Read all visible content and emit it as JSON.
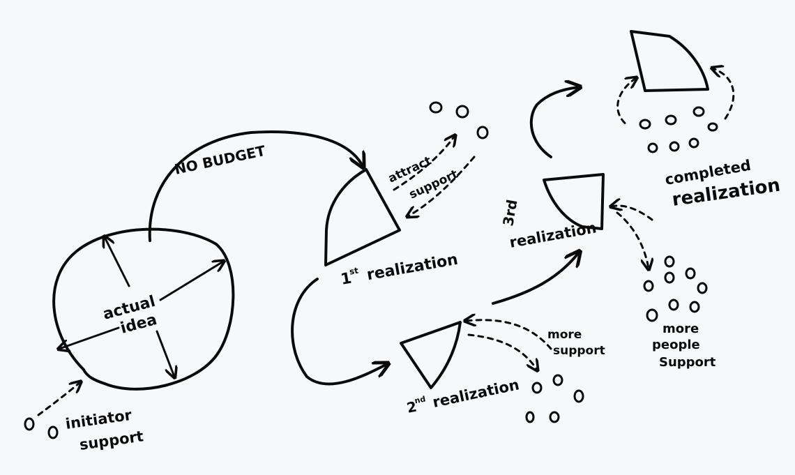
{
  "labels": {
    "no_budget": "NO BUDGET",
    "actual": "actual",
    "idea": "idea",
    "initiator": "initiator",
    "initiator_support": "support",
    "attract": "attract",
    "support": "support",
    "first_num": "1",
    "first_sup": "st",
    "first_realization": "realization",
    "second_num": "2",
    "second_sup": "nd",
    "second_realization": "realization",
    "more": "more",
    "more_support": "support",
    "third": "3rd",
    "third_realization": "realization",
    "people_more": "more",
    "people": "people",
    "people_support": "Support",
    "completed": "completed",
    "completed_realization": "realization"
  },
  "colors": {
    "ink": "#0a0a0a",
    "paper": "#f6f8f9"
  }
}
